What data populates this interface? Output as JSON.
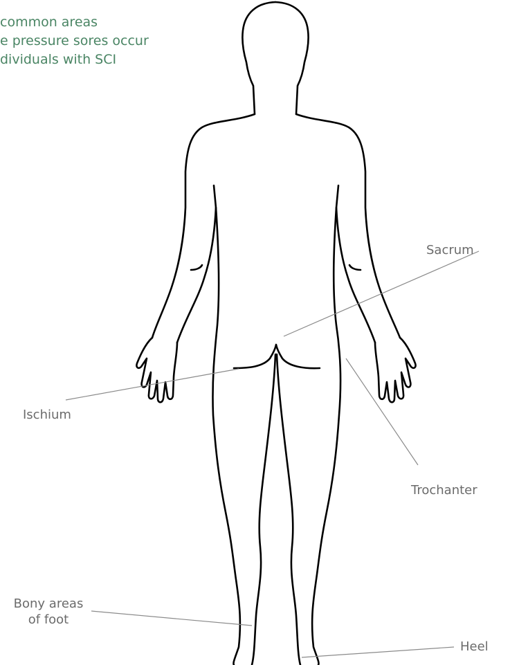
{
  "title": {
    "lines": [
      "common areas",
      "e pressure sores occur",
      "dividuals with SCI"
    ]
  },
  "labels": {
    "sacrum": "Sacrum",
    "ischium": "Ischium",
    "trochanter": "Trochanter",
    "bony_areas": [
      "Bony areas",
      "of foot"
    ],
    "heel": "Heel"
  },
  "colors": {
    "title": "#4a8564",
    "label_text": "#6b6b6b",
    "leader_line": "#8a8a8a",
    "outline": "#000000"
  }
}
